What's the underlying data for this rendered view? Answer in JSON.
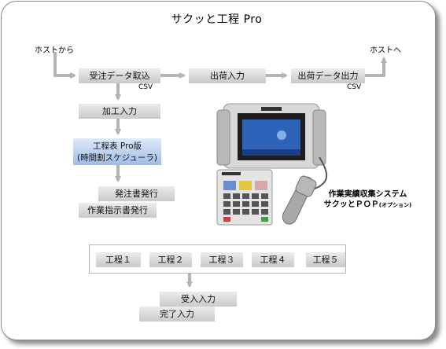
{
  "title": "サクッと工程 Pro",
  "host_from": "ホストから",
  "host_to": "ホストへ",
  "boxes": {
    "order_import": "受注データ取込",
    "shipment_input": "出荷入力",
    "shipment_export": "出荷データ出力",
    "processing_input": "加工入力",
    "schedule_line1": "工程表 Pro版",
    "schedule_line2": "(時間割スケジューラ)",
    "order_issue": "発注書発行",
    "work_instruction": "作業指示書発行",
    "receive_input": "受入入力",
    "complete_input": "完了入力"
  },
  "csv_labels": [
    "CSV",
    "CSV"
  ],
  "processes": [
    "工程１",
    "工程２",
    "工程３",
    "工程４",
    "工程５"
  ],
  "device_label": {
    "line1": "作業実績収集システム",
    "line2": "サクッとＰＯＰ",
    "option": "(オプション)"
  },
  "colors": {
    "arrow": "#b4b4b4",
    "box_gray": "#d4d4d4",
    "box_blue": "#b8cdee"
  }
}
